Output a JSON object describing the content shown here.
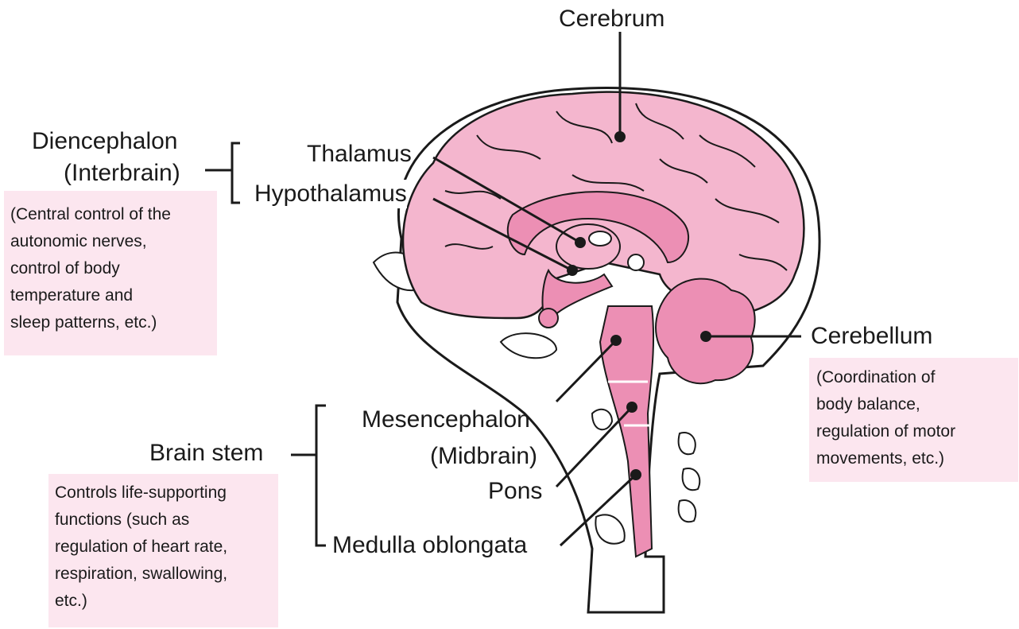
{
  "labels": {
    "cerebrum": "Cerebrum",
    "diencephalon": "Diencephalon",
    "interbrain": "(Interbrain)",
    "thalamus": "Thalamus",
    "hypothalamus": "Hypothalamus",
    "cerebellum": "Cerebellum",
    "brain_stem": "Brain stem",
    "mesencephalon": "Mesencephalon",
    "midbrain": "(Midbrain)",
    "pons": "Pons",
    "medulla": "Medulla oblongata"
  },
  "notes": {
    "diencephalon": [
      "(Central control of the",
      "autonomic nerves,",
      "control of body",
      "temperature and",
      "sleep patterns, etc.)"
    ],
    "cerebellum": [
      "(Coordination of",
      "body balance,",
      "regulation of motor",
      "movements, etc.)"
    ],
    "brain_stem": [
      "Controls life-supporting",
      "functions (such as",
      "regulation of heart rate,",
      "respiration, swallowing,",
      "etc.)"
    ]
  },
  "colors": {
    "brain": "#f4b6ce",
    "brain_dark": "#ec8fb4",
    "outline": "#1a1a1a",
    "note_bg": "#fce6ef"
  }
}
